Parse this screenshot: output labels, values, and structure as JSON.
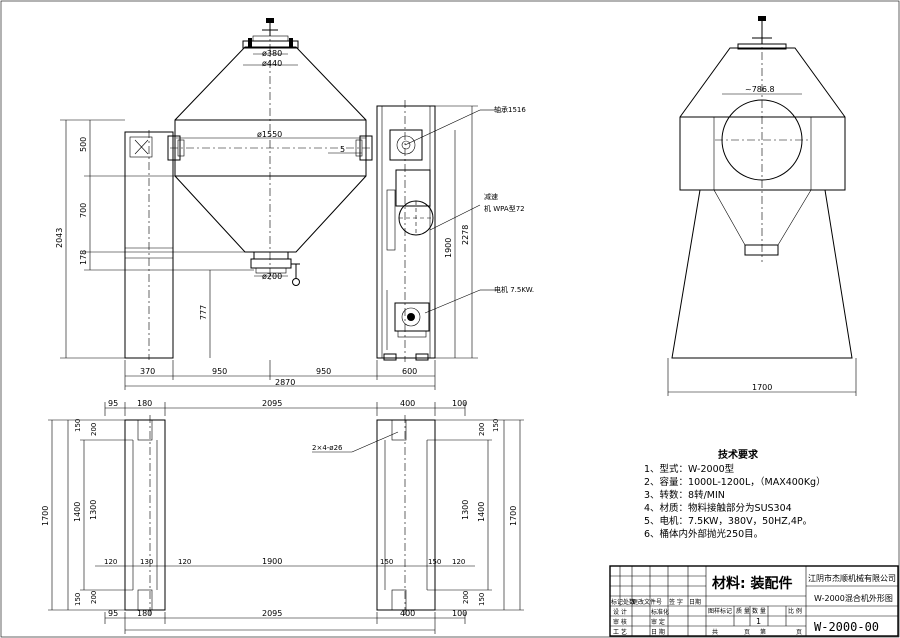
{
  "front_view": {
    "dia_380": "ø380",
    "dia_440": "ø440",
    "dia_1550": "ø1550",
    "dia_200": "ø200",
    "dim_500": "500",
    "dim_700": "700",
    "dim_178": "178",
    "dim_2043": "2043",
    "dim_777": "777",
    "dim_5": "5",
    "dim_370": "370",
    "dim_950_left": "950",
    "dim_950_right": "950",
    "dim_2870": "2870"
  },
  "side_view": {
    "bearing_label": "轴承1516",
    "reducer_label": "减速",
    "reducer_model": "机 WPA型72",
    "motor_label": "电机 7.5KW.",
    "dim_2278": "2278",
    "dim_1900": "1900",
    "dim_600": "600"
  },
  "right_view": {
    "dim_786": "~786.8",
    "dim_1700": "1700"
  },
  "base_plan": {
    "top_95": "95",
    "top_180": "180",
    "top_2095": "2095",
    "top_400": "400",
    "top_100": "100",
    "hole_label": "2×4-ø26",
    "left_150_top": "150",
    "left_200_top": "200",
    "left_1300": "1300",
    "left_1400": "1400",
    "left_1700": "1700",
    "left_200_bot": "200",
    "left_150_bot": "150",
    "right_150_top": "150",
    "right_200_top": "200",
    "right_1300": "1300",
    "right_1400": "1400",
    "right_1700": "1700",
    "right_200_bot": "200",
    "right_150_bot": "150",
    "mid_120_left": "120",
    "mid_130": "130",
    "mid_120_inner": "120",
    "mid_1900": "1900",
    "mid_150_left": "150",
    "mid_150_right": "150",
    "mid_120_right": "120",
    "bot_95": "95",
    "bot_180": "180",
    "bot_2095": "2095",
    "bot_400": "400",
    "bot_100": "100"
  },
  "tech_requirements": {
    "title": "技术要求",
    "items": [
      "1、型式：W-2000型",
      "2、容量：1000L-1200L，（MAX400Kg）",
      "3、转数：8转/MIN",
      "4、材质：物料接触部分为SUS304",
      "5、电机：7.5KW，380V，50HZ,4P。",
      "6、桶体内外部抛光250目。"
    ]
  },
  "title_block": {
    "material": "材料: 装配件",
    "company": "江阴市杰顺机械有限公司",
    "drawing_name": "W-2000混合机外形图",
    "drawing_number": "W-2000-00",
    "scale_hdr_stage": "图样标记",
    "scale_hdr_weight": "质 量",
    "scale_hdr_qty": "数 量",
    "scale_hdr_ratio": "比 例",
    "qty_value": "1",
    "sheet_total": "共",
    "sheet_num": "页",
    "sheet_of": "第",
    "sheet_num2": "页",
    "row_mark": "标记处数",
    "row_change": "更改文件号",
    "row_sign": "签 字",
    "row_date": "日期",
    "row_design": "设 计",
    "row_std": "标准化",
    "row_check": "审 核",
    "row_approve": "审 定",
    "row_process": "工 艺",
    "row_date2": "日 期"
  }
}
